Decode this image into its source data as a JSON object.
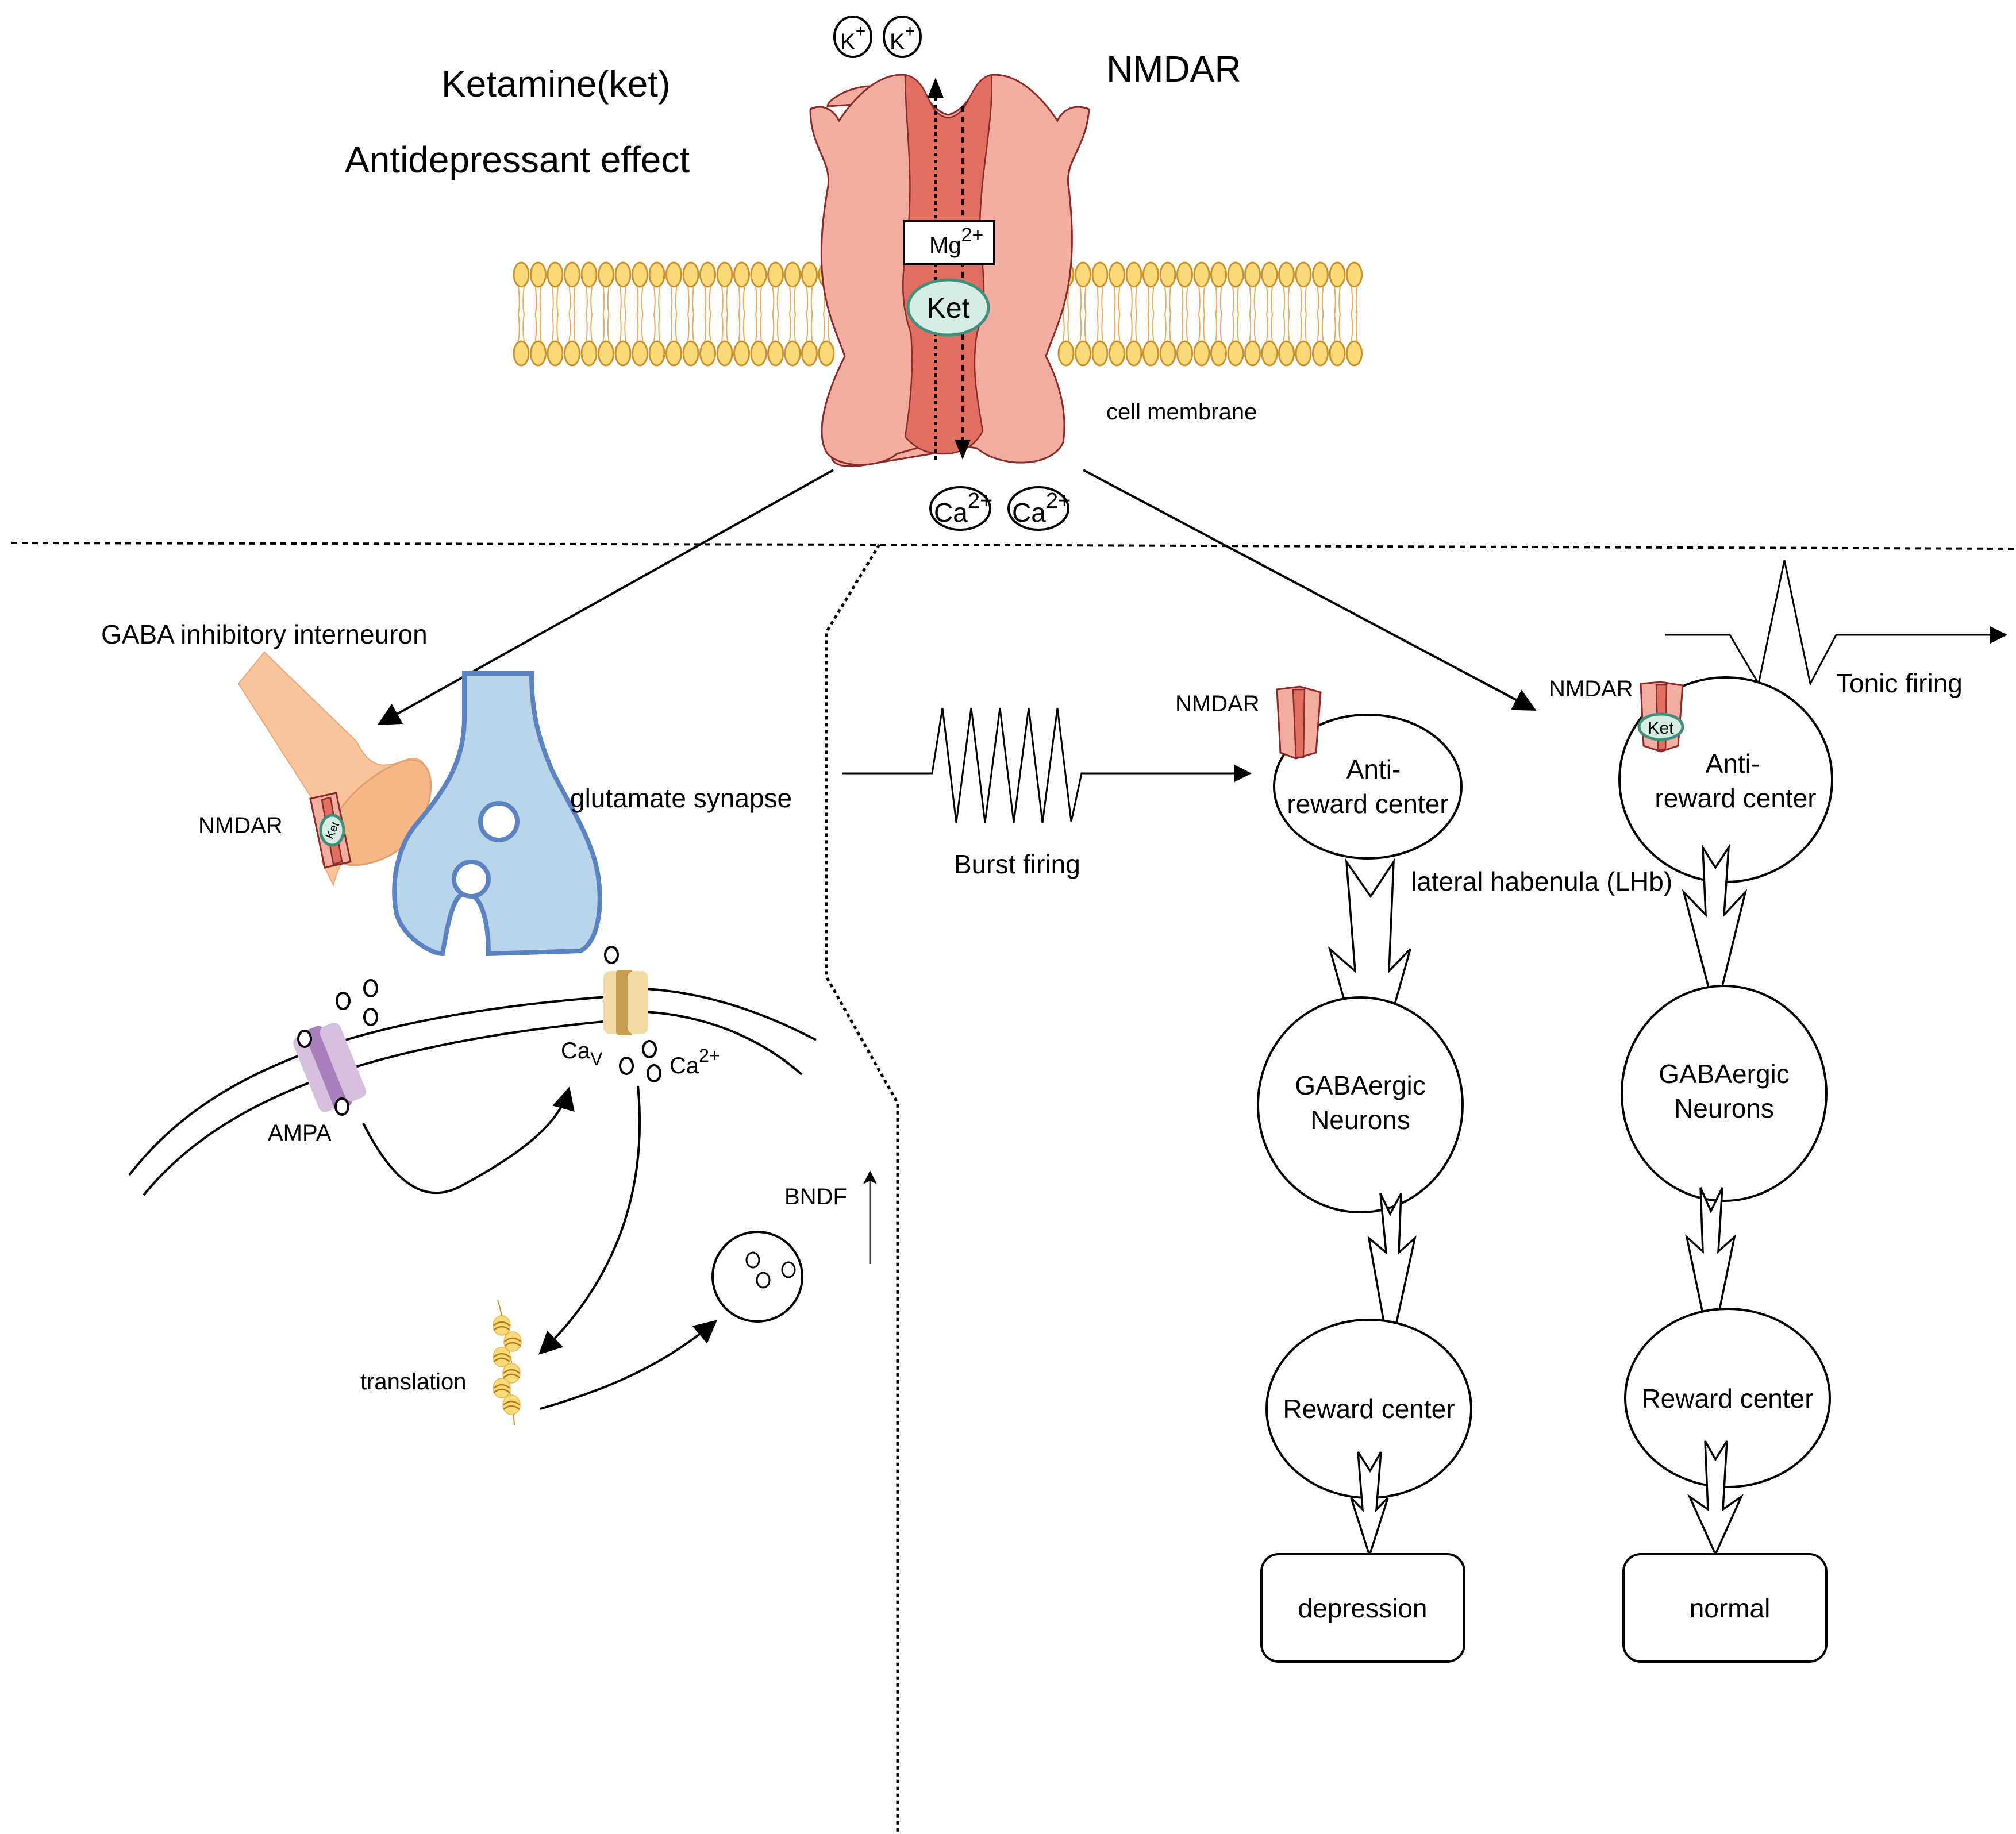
{
  "figure": {
    "title": "Ketamine(ket)",
    "subtitle": "Antidepressant effect",
    "receptor_label": "NMDAR",
    "membrane_label": "cell membrane",
    "channel": {
      "mg_label": "Mg",
      "mg_sup": "2+",
      "ket_label": "Ket",
      "k_ions": [
        {
          "label": "K",
          "sup": "+"
        },
        {
          "label": "K",
          "sup": "+"
        }
      ],
      "ca_ions": [
        {
          "label": "Ca",
          "sup": "2+"
        },
        {
          "label": "Ca",
          "sup": "2+"
        }
      ]
    }
  },
  "left_panel": {
    "gaba_label": "GABA inhibitory interneuron",
    "nmdar_label": "NMDAR",
    "ket_small": "Ket",
    "synapse_label": "glutamate synapse",
    "ampa_label": "AMPA",
    "cav_label": "Ca",
    "cav_sub": "V",
    "ca_label": "Ca",
    "ca_sup": "2+",
    "translation_label": "translation",
    "bdnf_label": "BNDF"
  },
  "right_panel": {
    "burst_label": "Burst firing",
    "tonic_label": "Tonic firing",
    "lhb_label": "lateral habenula (LHb)",
    "columns": [
      {
        "nmdar_label": "NMDAR",
        "has_ket": false,
        "anti_reward_line1": "Anti-",
        "anti_reward_line2": "reward center",
        "gaba_line1": "GABAergic",
        "gaba_line2": "Neurons",
        "reward_label": "Reward center",
        "outcome": "depression"
      },
      {
        "nmdar_label": "NMDAR",
        "has_ket": true,
        "ket_label": "Ket",
        "anti_reward_line1": "Anti-",
        "anti_reward_line2": "reward center",
        "gaba_line1": "GABAergic",
        "gaba_line2": "Neurons",
        "reward_label": "Reward center",
        "outcome": "normal"
      }
    ]
  },
  "colors": {
    "channel_outer": "#f0ada0",
    "channel_inner": "#e06f62",
    "ket_fill": "#d4ece2",
    "ket_stroke": "#3f8f7f",
    "lipid_head": "#f9d97a",
    "gaba_neuron": "#f9c49a",
    "glutamate_neuron": "#bad5ea",
    "glutamate_stroke": "#5b82c1",
    "ampa": "#a97fbd",
    "cav": "#c79f52"
  }
}
